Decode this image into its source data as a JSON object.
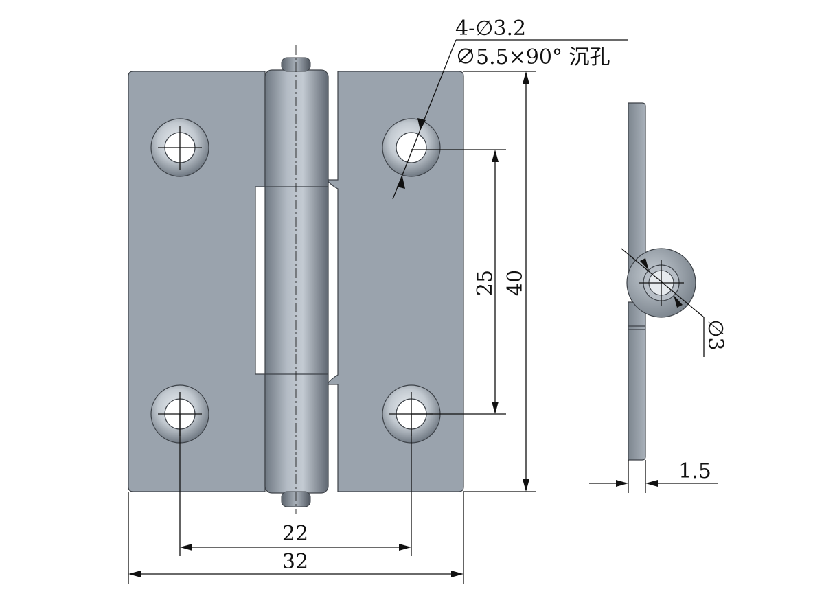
{
  "drawing": {
    "callout_hole_count": "4-∅3.2",
    "callout_countersink": "∅5.5×90° 沉孔",
    "dim_hole_pitch_vertical": "25",
    "dim_overall_height": "40",
    "dim_hole_pitch_horizontal": "22",
    "dim_overall_width": "32",
    "dim_pin_diameter": "∅3",
    "dim_thickness": "1.5"
  },
  "colors": {
    "plate": "#9aa3ad",
    "plate_edge": "#3d4248",
    "dimension": "#111111",
    "background": "#ffffff"
  }
}
